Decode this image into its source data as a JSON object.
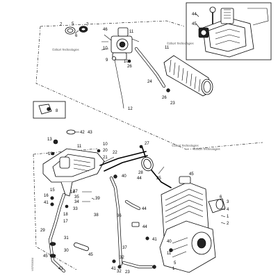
{
  "diagram_code": "V07G0034",
  "watermark": "©Short Technologies",
  "labels": {
    "l1": "1",
    "l2": "2",
    "l3": "3",
    "l4": "4",
    "l5": "5",
    "l6": "6",
    "l7": "7",
    "l8": "8",
    "l9": "9",
    "l10": "10",
    "l11": "11",
    "l12": "12",
    "l13": "13",
    "l14": "14",
    "l15": "15",
    "l16": "16",
    "l17": "17",
    "l18": "18",
    "l19": "19",
    "l20": "20",
    "l21": "21",
    "l22": "22",
    "l23": "23",
    "l24": "24",
    "l25": "25",
    "l26": "26",
    "l27": "27",
    "l28": "28",
    "l29": "29",
    "l30": "30",
    "l31": "31",
    "l32": "32",
    "l33": "33",
    "l34": "34",
    "l35": "35",
    "l36": "36",
    "l37": "37",
    "l38": "38",
    "l39": "39",
    "l40": "40",
    "l41": "41",
    "l42": "42",
    "l43": "43",
    "l44": "44",
    "l45": "45",
    "l46": "46"
  }
}
